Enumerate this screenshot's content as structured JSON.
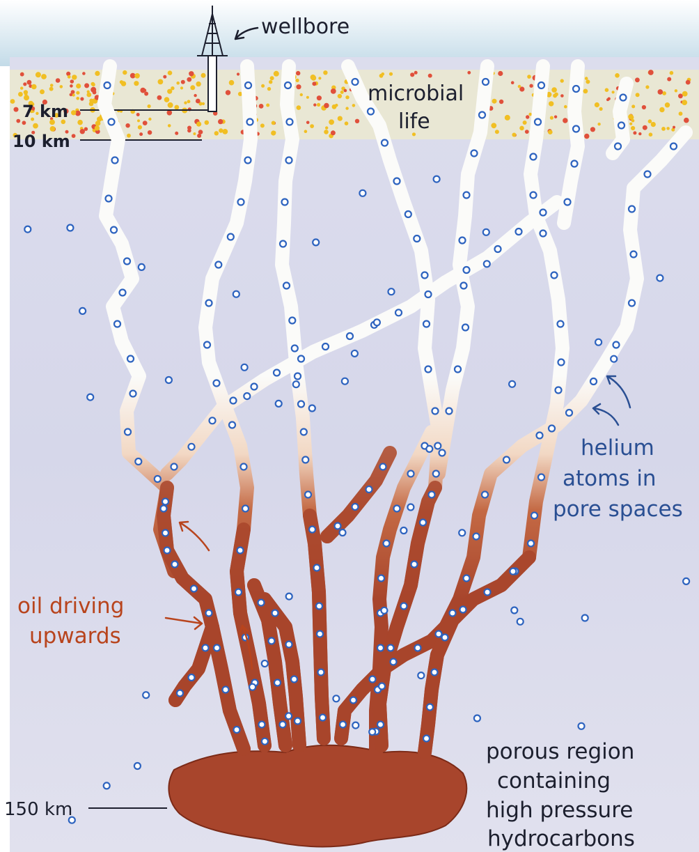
{
  "labels": {
    "wellbore": "wellbore",
    "microbial_line1": "microbial",
    "microbial_line2": "life",
    "depth_7km": "7 km",
    "depth_10km": "10 km",
    "depth_150km": "150 km",
    "helium_line1": "helium",
    "helium_line2": "atoms in",
    "helium_line3": "pore spaces",
    "oil_line1": "oil driving",
    "oil_line2": "upwards",
    "porous_line1": "porous region",
    "porous_line2": "containing",
    "porous_line3": "high pressure",
    "porous_line4": "hydrocarbons"
  },
  "colors": {
    "sky": "#cfe3ec",
    "rock": "#d8d9ea",
    "microbial_band": "#e9e7d4",
    "channel": "#fbfbf9",
    "oil": "#a8452c",
    "oil_dark": "#7b2a17",
    "helium_ring": "#2d63bf",
    "dot_yellow": "#f1bf23",
    "dot_red": "#e0503b",
    "label_dark": "#1c1f2e",
    "label_blue": "#2a4f93",
    "label_red": "#b8441d"
  },
  "icons": [
    "drilling-rig-icon",
    "arrow-icon",
    "helium-atom-icon"
  ]
}
